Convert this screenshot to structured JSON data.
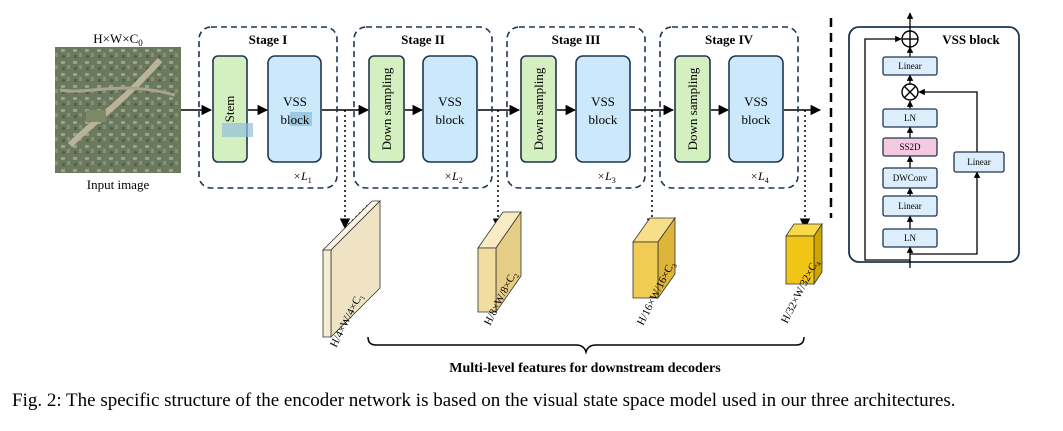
{
  "input": {
    "dims": "H×W×C",
    "dims_sub": "0",
    "label": "Input image"
  },
  "stages": [
    {
      "title": "Stage I",
      "first_block": "Stem",
      "vss_line1": "VSS",
      "vss_line2": "block",
      "repeat": "×L",
      "repeat_sub": "1"
    },
    {
      "title": "Stage II",
      "first_block": "Down sampling",
      "vss_line1": "VSS",
      "vss_line2": "block",
      "repeat": "×L",
      "repeat_sub": "2"
    },
    {
      "title": "Stage III",
      "first_block": "Down sampling",
      "vss_line1": "VSS",
      "vss_line2": "block",
      "repeat": "×L",
      "repeat_sub": "3"
    },
    {
      "title": "Stage IV",
      "first_block": "Down sampling",
      "vss_line1": "VSS",
      "vss_line2": "block",
      "repeat": "×L",
      "repeat_sub": "4"
    }
  ],
  "features": [
    {
      "label": "H/4×W/4×C",
      "sub": "1",
      "color": "#f6ecd2"
    },
    {
      "label": "H/8×W/8×C",
      "sub": "2",
      "color": "#f2dda0"
    },
    {
      "label": "H/16×W/16×C",
      "sub": "3",
      "color": "#f0cc55"
    },
    {
      "label": "H/32×W/32×C",
      "sub": "4",
      "color": "#f1c515"
    }
  ],
  "features_caption": "Multi-level features for downstream decoders",
  "vss_detail": {
    "title": "VSS block",
    "left_column": [
      "Linear",
      "LN",
      "SS2D",
      "DWConv",
      "Linear",
      "LN"
    ],
    "right_branch": "Linear",
    "plus_symbol": "⊕",
    "times_symbol": "⊗"
  },
  "caption": "Fig. 2: The specific structure of the encoder network is based on the visual state space model used in our three architectures.",
  "colors": {
    "stem_fill": "#d5f0c0",
    "vss_fill": "#cbe9fb",
    "ss2d_fill": "#f5c9e0",
    "small_block_fill": "#dceefb"
  }
}
